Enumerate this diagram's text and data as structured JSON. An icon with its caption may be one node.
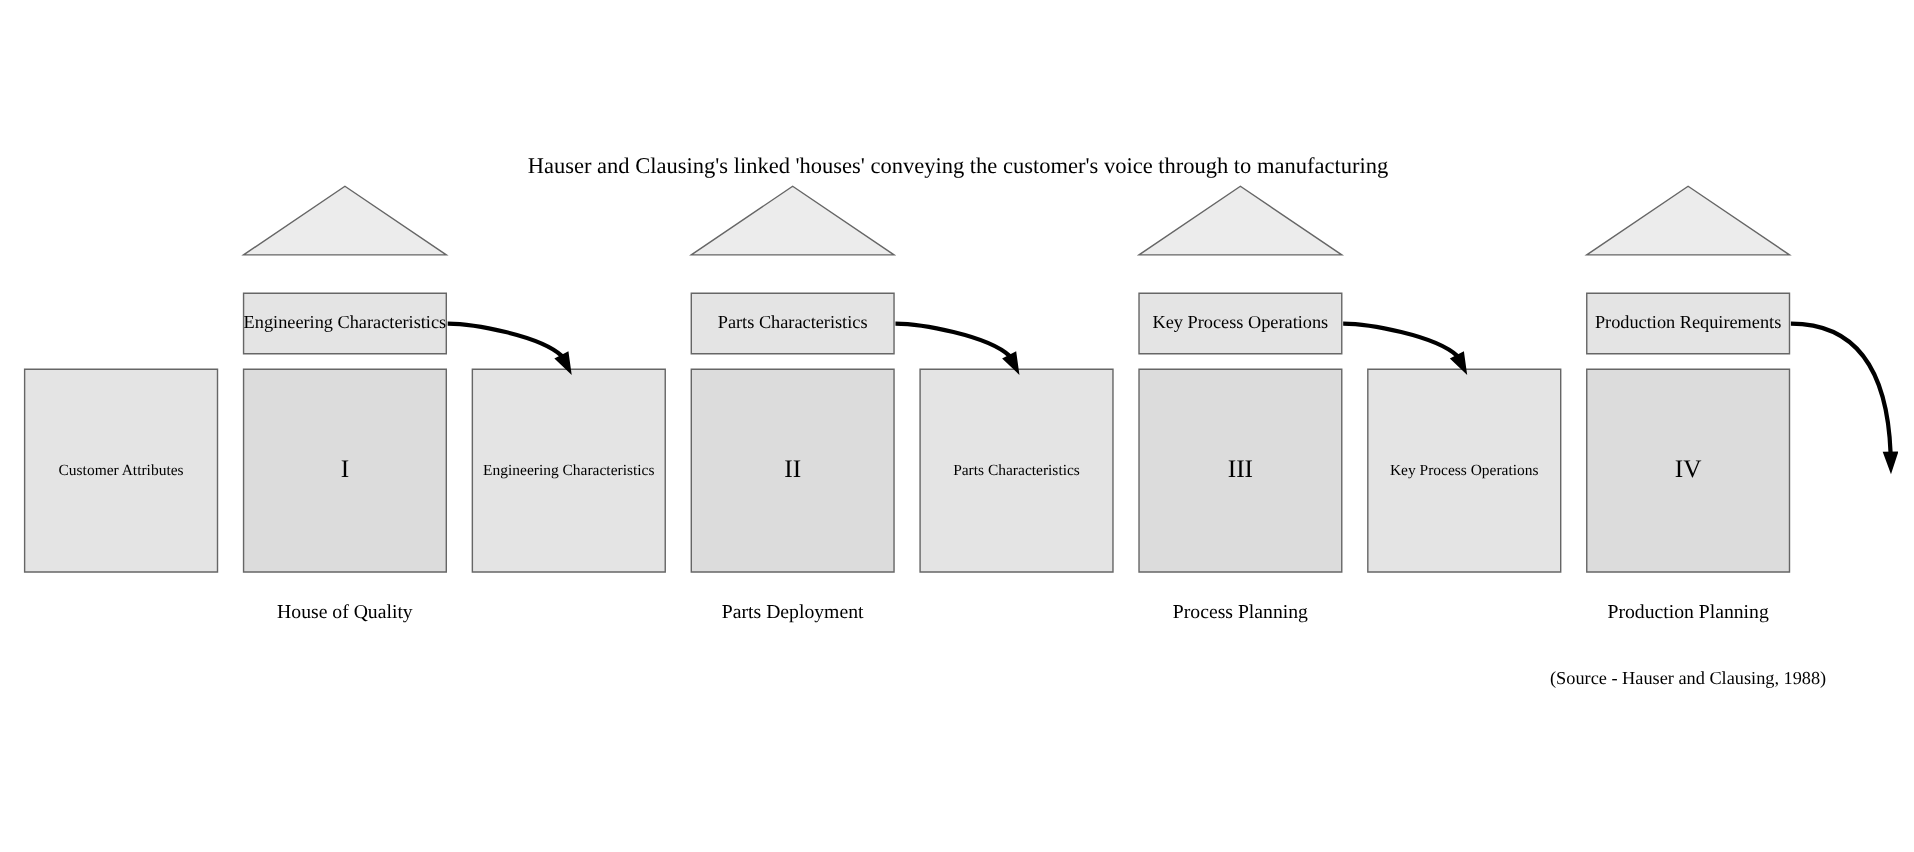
{
  "diagram": {
    "title": "Hauser and Clausing's linked 'houses' conveying the customer's voice through to manufacturing",
    "caption": "(Source - Hauser and Clausing, 1988)",
    "nodes": [
      {
        "text": [],
        "shape": "triangle"
      },
      {
        "text": [
          "Engineering Characteristics"
        ]
      },
      {
        "text": [
          "Customer Attributes"
        ]
      },
      {
        "text": [
          "I"
        ],
        "beside": [
          "House of Quality"
        ]
      },
      {
        "text": [],
        "shape": "triangle"
      },
      {
        "text": [
          "Parts Characteristics"
        ]
      },
      {
        "text": [
          "Engineering Characteristics"
        ]
      },
      {
        "text": [
          "II"
        ],
        "beside": [
          "Parts Deployment"
        ]
      },
      {
        "text": [],
        "shape": "triangle"
      },
      {
        "text": [
          "Key Process Operations"
        ]
      },
      {
        "text": [
          "Parts Characteristics"
        ]
      },
      {
        "text": [
          "III"
        ],
        "beside": [
          "Process Planning"
        ]
      },
      {
        "text": [],
        "shape": "triangle"
      },
      {
        "text": [
          "Production Requirements"
        ]
      },
      {
        "text": [
          "Key Process Operations"
        ]
      },
      {
        "text": [
          "IV"
        ],
        "beside": [
          "Production Planning"
        ]
      }
    ],
    "edges": [
      {
        "from": 1,
        "to": 6,
        "arrow": "to"
      },
      {
        "from": 5,
        "to": 10,
        "arrow": "to"
      },
      {
        "from": 9,
        "to": 14,
        "arrow": "to"
      },
      {
        "from": 13,
        "to": null,
        "arrow": "to"
      }
    ]
  }
}
